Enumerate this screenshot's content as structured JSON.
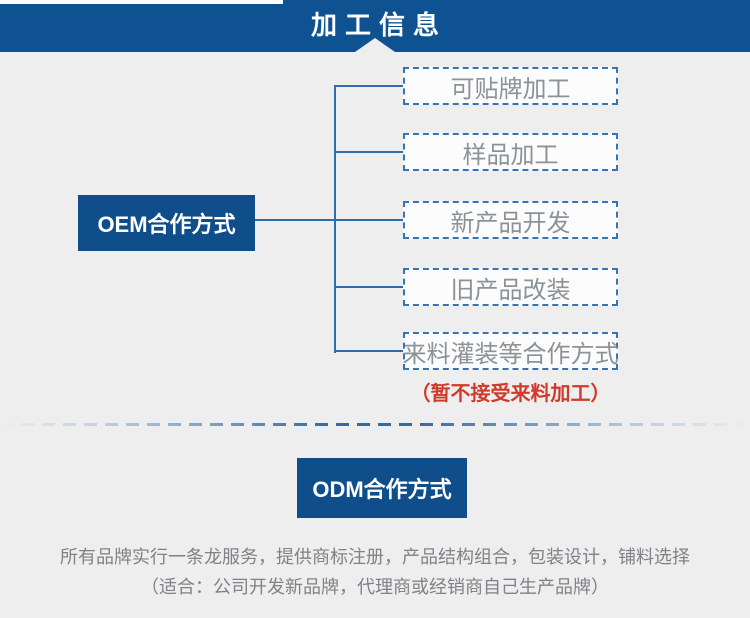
{
  "header": {
    "title": "加工信息"
  },
  "oem": {
    "label": "OEM合作方式",
    "items": [
      {
        "label": "可贴牌加工"
      },
      {
        "label": "样品加工"
      },
      {
        "label": "新产品开发"
      },
      {
        "label": "旧产品改装"
      },
      {
        "label": "来料灌装等合作方式"
      }
    ],
    "note": "（暂不接受来料加工）"
  },
  "odm": {
    "label": "ODM合作方式",
    "line1": "所有品牌实行一条龙服务，提供商标注册，产品结构组合，包装设计，铺料选择",
    "line2": "（适合：公司开发新品牌，代理商或经销商自己生产品牌）"
  },
  "colors": {
    "band_blue": "#0f5291",
    "panel_blue": "#0f4e8a",
    "connector_blue": "#2e6cab",
    "dashed_border_blue": "#3575b6",
    "box_fill": "#fcfcfc",
    "item_text_gray": "#8b9298",
    "note_red": "#d13a2b",
    "footer_text_gray": "#7f8286",
    "page_bg": "#eeeeee"
  }
}
